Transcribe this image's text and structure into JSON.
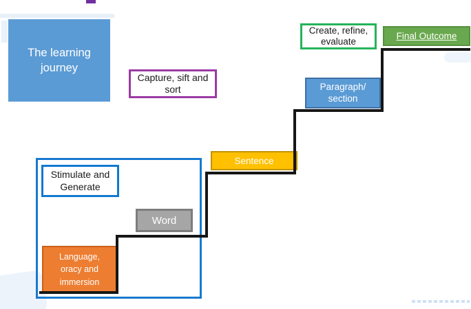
{
  "slide": {
    "background": "#FFFFFF"
  },
  "title_box": {
    "label": "The learning journey",
    "lines": [
      "The learning",
      "journey"
    ],
    "fill": "#5B9BD5",
    "text_color": "#FFFFFF"
  },
  "phases": {
    "stimulate": {
      "label": "Stimulate and Generate",
      "lines": [
        "Stimulate and",
        "Generate"
      ],
      "border": "#0F79D2",
      "fill": "#FFFFFF",
      "text_color": "#1A1A1A"
    },
    "capture": {
      "label": "Capture, sift and sort",
      "lines": [
        "Capture, sift and",
        "sort"
      ],
      "border": "#9B3AA4",
      "fill": "#FFFFFF",
      "text_color": "#1A1A1A"
    },
    "create": {
      "label": "Create, refine, evaluate",
      "lines": [
        "Create, refine,",
        "evaluate"
      ],
      "border": "#24B35A",
      "fill": "#FFFFFF",
      "text_color": "#1A1A1A"
    }
  },
  "steps": {
    "language": {
      "label": "Language, oracy and immersion",
      "lines": [
        "Language,",
        "oracy and",
        "immersion"
      ],
      "fill": "#ED7D31",
      "border": "#CC5F17",
      "text_color": "#FFFFFF"
    },
    "word": {
      "label": "Word",
      "fill": "#A6A6A6",
      "border": "#7D7D7D",
      "text_color": "#FFFFFF"
    },
    "sentence": {
      "label": "Sentence",
      "fill": "#FFC000",
      "border": "#C29200",
      "text_color": "#FFFFFF"
    },
    "paragraph": {
      "label": "Paragraph/section",
      "lines": [
        "Paragraph/",
        "section"
      ],
      "fill": "#5B9BD5",
      "border": "#3D6EA5",
      "text_color": "#FFFFFF"
    },
    "final": {
      "label": "Final Outcome",
      "fill": "#6AA84F",
      "border": "#55913F",
      "text_color": "#FFFFFF",
      "underlined": true
    }
  },
  "staircase": {
    "color": "#161616"
  },
  "container": {
    "border": "#1779CF"
  }
}
